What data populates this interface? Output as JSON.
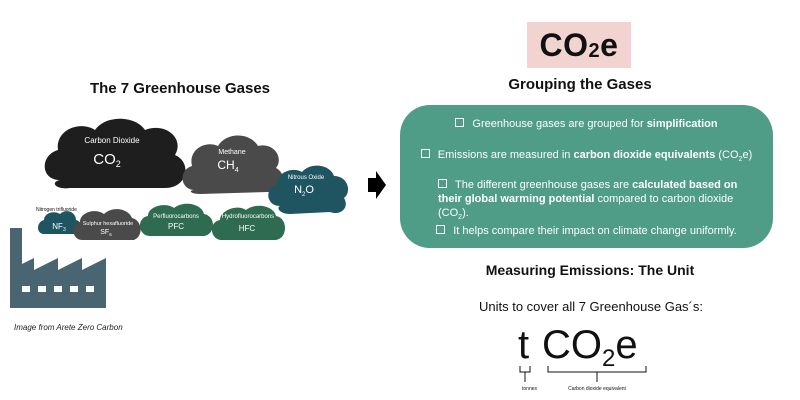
{
  "left_title": "The 7 Greenhouse Gases",
  "caption": "Image from  Arete Zero Carbon",
  "clouds": {
    "co2": {
      "name": "Carbon Dioxide",
      "formula": "CO",
      "sub": "2"
    },
    "ch4": {
      "name": "Methane",
      "formula": "CH",
      "sub": "4"
    },
    "n2o": {
      "name": "Nitrous Oxide",
      "formula_a": "N",
      "sub": "2",
      "formula_b": "O"
    },
    "nf3": {
      "name": "Nitrogen trifluoride",
      "formula": "NF",
      "sub": "3"
    },
    "sf6": {
      "name": "Sulphur hexafluoride",
      "formula": "SF",
      "sub": "6"
    },
    "pfc": {
      "name": "Perfluorocarbons",
      "formula": "PFC"
    },
    "hfc": {
      "name": "Hydrofluorocarbons",
      "formula": "HFC"
    }
  },
  "badge": {
    "main": "CO",
    "sub": "2",
    "tail": "e"
  },
  "group_title": "Grouping the Gases",
  "bullets": {
    "b1": {
      "pre": "Greenhouse gases are grouped for ",
      "bold": "simplification"
    },
    "b2": {
      "pre": "Emissions are measured in ",
      "bold": "carbon dioxide equivalents",
      "post": " (CO",
      "sub": "2",
      "post2": "e)"
    },
    "b3": {
      "pre": "The different greenhouse gases are ",
      "bold": "calculated based on their global warming potential",
      "post": " compared to carbon dioxide (CO",
      "sub": "2",
      "post2": ")."
    },
    "b4": {
      "text": "It helps compare their impact on climate change uniformly."
    }
  },
  "measure_title": "Measuring Emissions: The Unit",
  "units_text": "Units to cover all 7 Greenhouse Gas´s:",
  "formula": {
    "t": "t",
    "main": "CO",
    "sub": "2",
    "tail": "e",
    "t_label": "tonnes",
    "e_label": "Carbon dioxide equivalent"
  },
  "colors": {
    "cloud_dark": "#1e1e1e",
    "cloud_gray": "#4a4a4a",
    "cloud_teal": "#1e5560",
    "cloud_green": "#2f6b50",
    "panel": "#4f9c87",
    "badge": "#f1d4d0",
    "factory": "#4a6572"
  }
}
